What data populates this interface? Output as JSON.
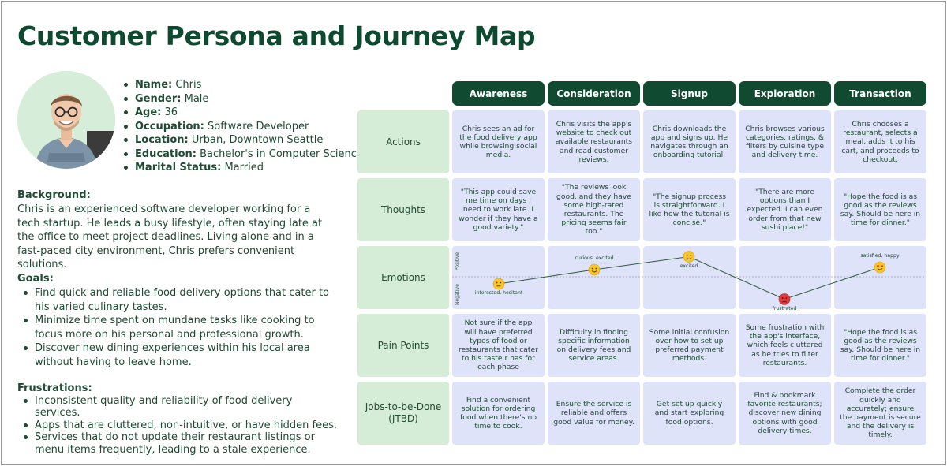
{
  "title": "Customer Persona and Journey Map",
  "persona": {
    "facts": [
      {
        "label": "Name:",
        "value": "Chris"
      },
      {
        "label": "Gender:",
        "value": "Male"
      },
      {
        "label": "Age:",
        "value": "36"
      },
      {
        "label": "Occupation:",
        "value": "Software Developer"
      },
      {
        "label": "Location:",
        "value": "Urban, Downtown Seattle"
      },
      {
        "label": "Education:",
        "value": "Bachelor's in Computer Science"
      },
      {
        "label": "Marital Status:",
        "value": "Married"
      }
    ],
    "background_title": "Background:",
    "background": "Chris is an experienced software developer working for a tech startup. He leads a busy lifestyle, often staying late at the office to meet project deadlines. Living alone and in a fast-paced city environment, Chris prefers convenient solutions.",
    "goals_title": "Goals:",
    "goals": [
      "Find quick and reliable food delivery options that cater to his varied culinary tastes.",
      "Minimize time spent on mundane tasks like cooking to focus more on his personal and professional growth.",
      "Discover new dining experiences within his local area without having to leave home."
    ],
    "frustrations_title": "Frustrations:",
    "frustrations": [
      "Inconsistent quality and reliability of food delivery services.",
      "Apps that are cluttered, non-intuitive, or have hidden fees.",
      "Services that do not update their restaurant listings or menu items frequently, leading to a stale experience."
    ]
  },
  "journey": {
    "stages": [
      "Awareness",
      "Consideration",
      "Signup",
      "Exploration",
      "Transaction"
    ],
    "rows": [
      "Actions",
      "Thoughts",
      "Emotions",
      "Pain Points",
      "Jobs-to-be-Done (JTBD)"
    ],
    "actions": [
      "Chris sees an ad for the food delivery app while browsing social media.",
      "Chris visits the app's website to check out available restaurants and read customer reviews.",
      "Chris downloads the app and signs up. He navigates through an onboarding tutorial.",
      "Chris browses various categories, ratings, & filters by cuisine type and delivery time.",
      "Chris chooses a restaurant, selects a meal, adds it to his cart, and proceeds to checkout."
    ],
    "thoughts": [
      "\"This app could save me time on days I need to work late. I wonder if they have a good variety.\"",
      "\"The reviews look good, and they have some high-rated restaurants. The pricing seems fair too.\"",
      "\"The signup process is straightforward. I like how the tutorial is concise.\"",
      "\"There are more options than I expected. I can even order from that new sushi place!\"",
      "\"Hope the food is as good as the reviews say. Should be here in time for dinner.\""
    ],
    "emotions": {
      "axis_positive": "Positive",
      "axis_negative": "Negative",
      "points": [
        {
          "label": "interested, hesitant",
          "level": -0.3,
          "face": "neutral"
        },
        {
          "label": "curious, excited",
          "level": 0.3,
          "face": "happy"
        },
        {
          "label": "excited",
          "level": 0.85,
          "face": "happy"
        },
        {
          "label": "frustrated",
          "level": -0.95,
          "face": "angry"
        },
        {
          "label": "satisfied, happy",
          "level": 0.4,
          "face": "love"
        }
      ]
    },
    "pain_points": [
      "Not sure if the app will have preferred types of food or restaurants that cater to his taste.r has for each phase",
      "Difficulty in finding specific information on delivery fees and service areas.",
      "Some initial confusion over how to set up preferred payment methods.",
      "Some frustration with the app's interface, which feels cluttered as he tries to filter restaurants.",
      "\"Hope the food is as good as the reviews say. Should be here in time for dinner.\""
    ],
    "jtbd": [
      "Find a convenient solution for ordering food when there's no time to cook.",
      "Ensure the service is reliable and offers good value for money.",
      "Get set up quickly and start exploring food options.",
      "Find & bookmark favorite restaurants; discover new dining options with good delivery times.",
      "Complete the order quickly and accurately; ensure the payment is secure and the delivery is timely."
    ]
  },
  "colors": {
    "dark_green": "#0f4a31",
    "light_green": "#d5ecd6",
    "cell_blue": "#dee3fa",
    "emoji_yellow": "#f9c626",
    "emoji_red": "#e0393e"
  }
}
